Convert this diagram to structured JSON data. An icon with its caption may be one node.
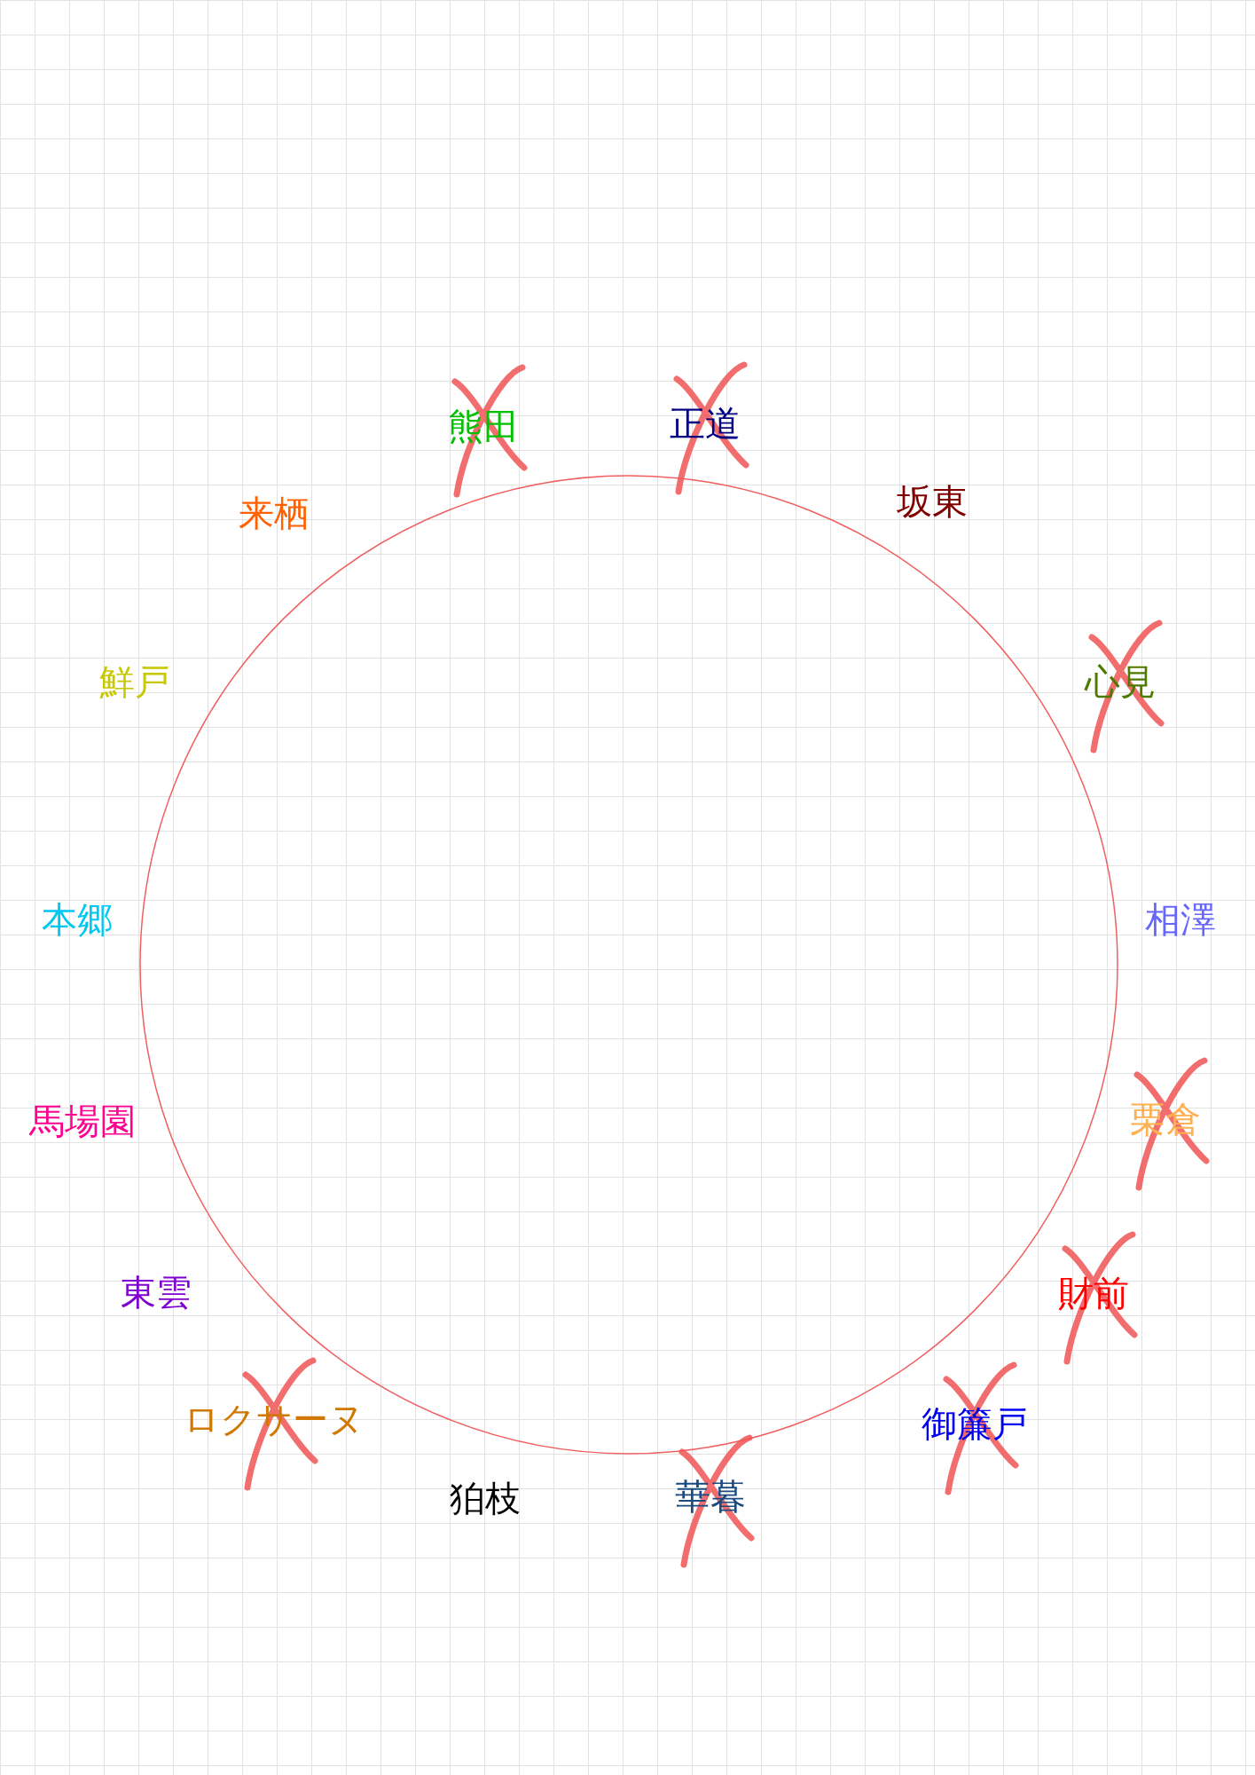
{
  "diagram": {
    "labels": [
      "熊田",
      "正道",
      "坂東",
      "心見",
      "相澤",
      "栗倉",
      "財前",
      "御簾戸",
      "華暮",
      "狛枝",
      "ロクサーヌ",
      "東雲",
      "馬場園",
      "本郷",
      "鮮戸",
      "来栖"
    ]
  }
}
